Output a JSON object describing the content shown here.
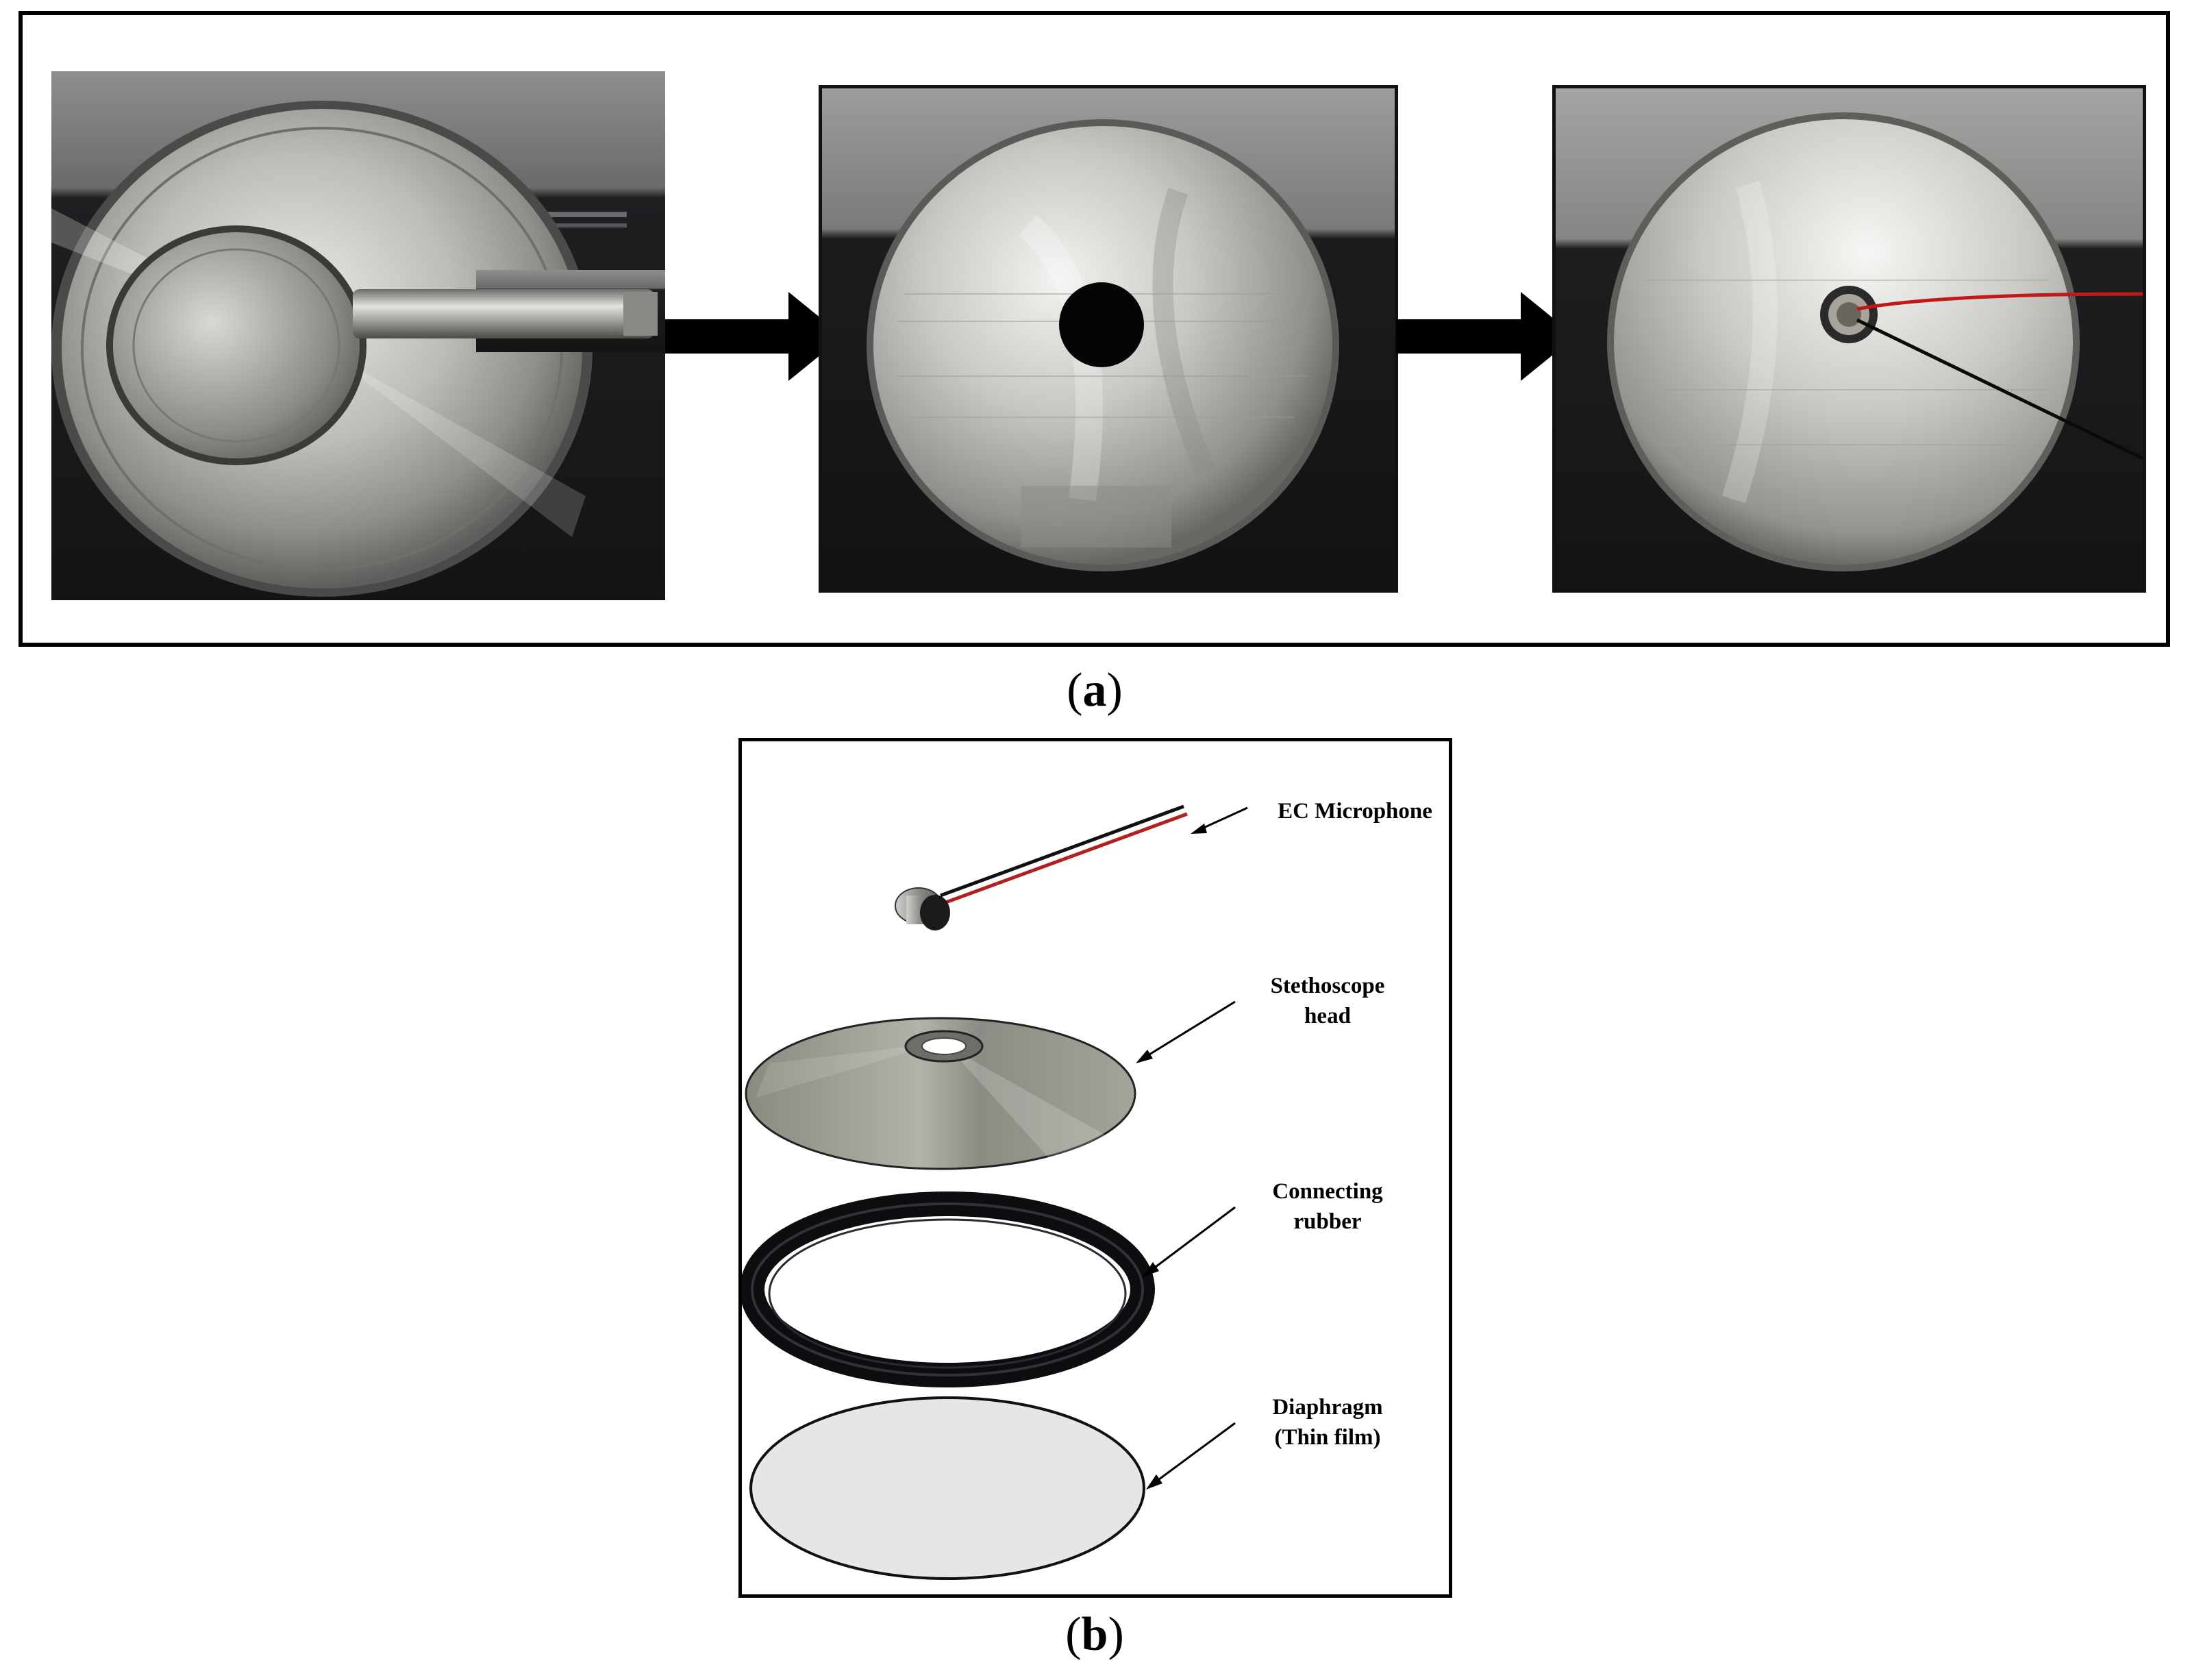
{
  "panel_a": {
    "label_paren_open": "(",
    "label_letter": "a",
    "label_paren_close": ")",
    "photos": [
      {
        "name": "stethoscope-head-with-stem",
        "icon": "metal-chestpiece-photo"
      },
      {
        "name": "stethoscope-head-with-hole",
        "icon": "drilled-chestpiece-photo"
      },
      {
        "name": "stethoscope-head-with-microphone",
        "icon": "wired-chestpiece-photo"
      }
    ],
    "arrow_color": "#000000"
  },
  "panel_b": {
    "label_paren_open": "(",
    "label_letter": "b",
    "label_paren_close": ")",
    "components": {
      "microphone": {
        "line1": "EC Microphone"
      },
      "head": {
        "line1": "Stethoscope",
        "line2": "head"
      },
      "rubber": {
        "line1": "Connecting",
        "line2": "rubber"
      },
      "diaphragm": {
        "line1": "Diaphragm",
        "line2": "(Thin film)"
      }
    },
    "colors": {
      "wire_black": "#111111",
      "wire_red": "#b32020",
      "head_fill": "#9a9a90",
      "rubber": "#0d0d10",
      "diaphragm_fill": "#e6e6e6"
    }
  }
}
